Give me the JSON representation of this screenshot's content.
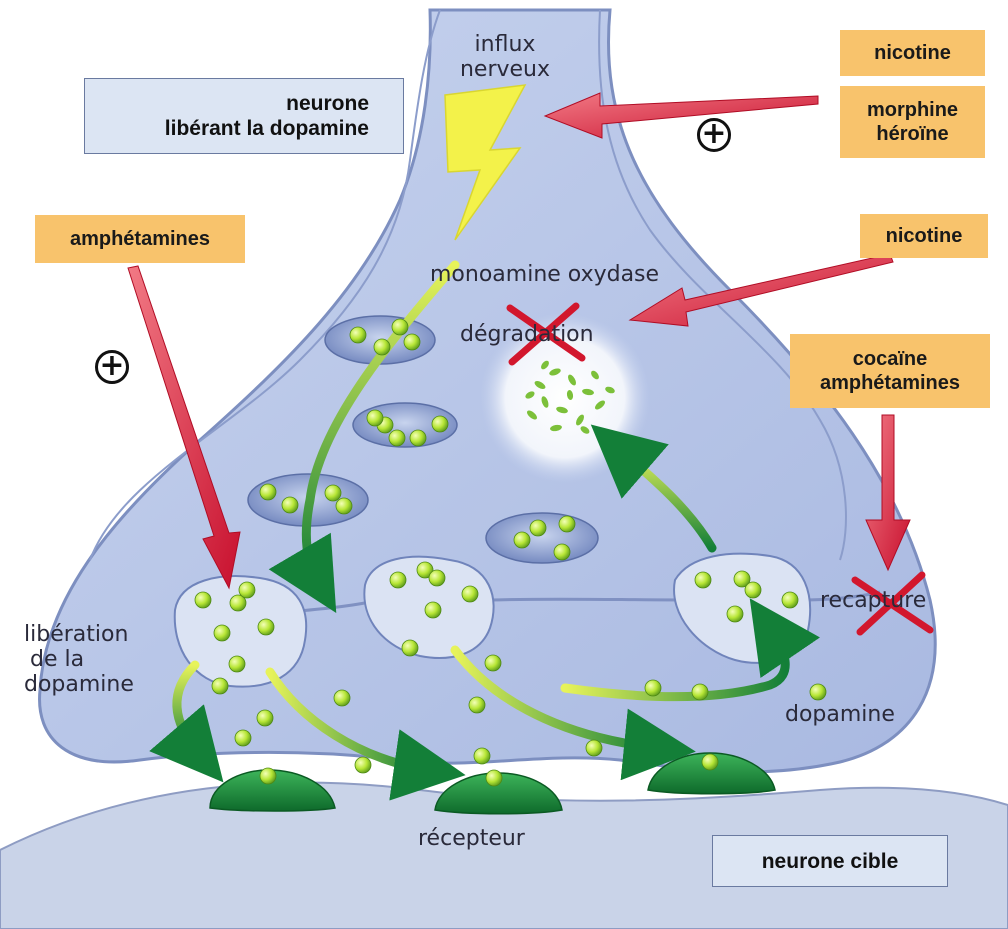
{
  "texts": {
    "influx_line1": "influx",
    "influx_line2": "nerveux",
    "neurone_line1": "neurone",
    "neurone_line2": "libérant la dopamine",
    "monoamine": "monoamine oxydase",
    "degradation": "dégradation",
    "recapture": "recapture",
    "liberation_line1": "libération",
    "liberation_line2": "de la",
    "liberation_line3": "dopamine",
    "dopamine": "dopamine",
    "recepteur": "récepteur",
    "neurone_cible": "neurone cible"
  },
  "tags": {
    "nicotine_top": "nicotine",
    "morphine": "morphine",
    "heroine": "héroïne",
    "amphetamines_left": "amphétamines",
    "nicotine_mid": "nicotine",
    "cocaine": "cocaïne",
    "amphetamines_right": "amphétamines"
  },
  "symbols": {
    "plus": "+"
  },
  "colors": {
    "neuron_fill": "#b7c6e6",
    "neuron_edge": "#7d8fc0",
    "vesicle": "#7f93c6",
    "dopamine_ball": "#b9ea3c",
    "receptor": "#1f8a3a",
    "red_arrow": "#d81d36",
    "green_arrow": "#1e8d3e",
    "tag_bg": "#f8c36c",
    "box_bg": "#dce5f3"
  }
}
